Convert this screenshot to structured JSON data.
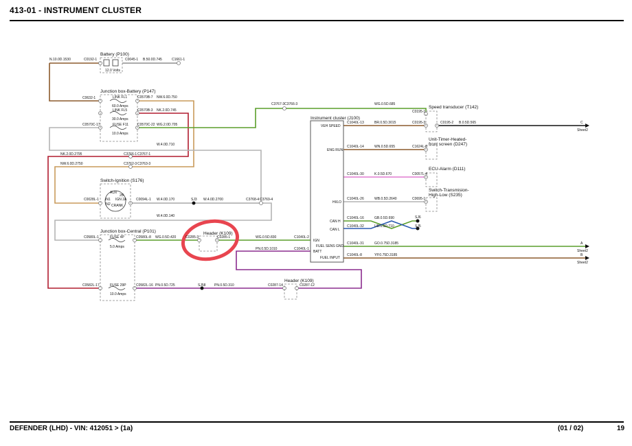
{
  "title": "413-01 - INSTRUMENT CLUSTER",
  "footer": {
    "vehicle": "DEFENDER  (LHD) - VIN: 412051 >  (1a)",
    "sheet": "(01 / 02)",
    "page": "19"
  },
  "colors": {
    "brown": "#8b5a2b",
    "tan": "#c89a5a",
    "green": "#5a9e2a",
    "gray": "#b4b4b4",
    "red": "#b01b2e",
    "purple": "#8a2b8e",
    "pink": "#e07ad0",
    "black": "#111111",
    "blue": "#2a5ab0",
    "orange": "#c8781c",
    "annotation": "#e8454f"
  },
  "components": {
    "battery": {
      "name": "Battery (P100)",
      "spec": "12.0 Volts"
    },
    "jb_battery": {
      "name": "Junction box-Battery (P147)",
      "link1": "LINK FL1",
      "link1_spec": "60.0 Amps",
      "link2": "LINK FL5",
      "link2_spec": "30.0 Amps",
      "fuse": "FUSE F11",
      "fuse_spec": "10.0 Amps"
    },
    "ignition": {
      "name": "Switch-Ignition (S176)",
      "aux": "AUX",
      "pos2b": "2B",
      "in1": "IN1",
      "ign2a": "IGN 2A",
      "in2": "IN2",
      "crank": "CRANK"
    },
    "jb_central": {
      "name": "Junction box-Central (P101)",
      "fuse1": "FUSE 4P",
      "fuse1_spec": "5.0 Amps",
      "fuse2": "FUSE 29P",
      "fuse2_spec": "10.0 Amps"
    },
    "header1": {
      "name": "Header (K109)"
    },
    "header2": {
      "name": "Header (K109)"
    },
    "cluster": {
      "name": "Instrument cluster (J100)",
      "pins": [
        "VEH SPEED",
        "ENG RUN",
        "HI/LO",
        "CAN H",
        "CAN L",
        "IGN",
        "FUEL SENS GND",
        "BATT",
        "FUEL INPUT"
      ]
    },
    "speed": {
      "name": "Speed transducer (T142)"
    },
    "timer": {
      "name1": "Unit-Timer-Heated-",
      "name2": "front screen (D247)"
    },
    "ecu": {
      "name": "ECU-Alarm (D111)"
    },
    "trans": {
      "name1": "Switch-Transmision-",
      "name2": "High-Low (S235)"
    }
  },
  "labels": {
    "n10": "N.10.0D.1530",
    "c0192": "C0192-1",
    "c0045": "C0045-1",
    "b50": "B.50.0D.745",
    "c1661": "C1661-1",
    "c0632": "C0632-1",
    "c0570b7": "C0570B-7",
    "nw60": "NW.6.0D.750",
    "c0570b3": "C0570B-3",
    "nk20_745": "NK.2.0D.745",
    "c0570c17": "C0570C-17",
    "c0570c22": "C0570C-22",
    "wg20_705": "WG.2.0D.705",
    "w40_710": "W.4.0D.710",
    "c3767_3": "C3767-3",
    "c3766_3": "C3766-3",
    "wg05_685": "WG.0.5D.685",
    "c0195_1": "C0195-1",
    "c1040_13": "C1040L-13",
    "br05": "BR.0.5D.3015",
    "c0195_3": "C0195-3",
    "c0195_2": "C0195-2",
    "b05_565": "B.0.5D.565",
    "c": "C",
    "sheet2": "Sheet2",
    "nk20_2795": "NK.2.0D.2795",
    "c3766_1": "C3766-1",
    "c3767_1": "C3767-1",
    "nw60_2750": "NW.6.0D.2750",
    "c3762_3": "C3762-3",
    "c3763_3": "C3763-3",
    "c1040_14": "C1040L-14",
    "wn05": "WN.0.5D.655",
    "c1624_6": "C1624L-6",
    "c1040_30": "C1040L-30",
    "k05": "K.0.5D.670",
    "c0057_4": "C0057L-4",
    "c0028_1": "C0028L-1",
    "c0094_1": "C0094L-1",
    "w40_170": "W.4.0D.170",
    "sj3": "SJ3",
    "w40_2700": "W.4.0D.2700",
    "c3768_4": "C3768-4",
    "c3769_4": "C3769-4",
    "c1040_26": "C1040L-26",
    "wb05": "WB.0.5D.2640",
    "c0695_1": "C0695-1",
    "w40_140": "W.4.0D.140",
    "c1040_16": "C1040L-16",
    "gb05": "GB.0.5D.690",
    "sj6": "SJ6",
    "c1040_32": "C1040L-32",
    "ub05": "UB.0.5D.710",
    "sj5": "SJ5",
    "c0580_1": "C0580L-1",
    "c0580_8": "C0580L-8",
    "wg05_420": "WG.0.5D.420",
    "c0285_3": "C0285-3",
    "c0285_1": "C0285-1",
    "wg05_830": "WG.0.5D.830",
    "c1040_2": "C1040L-2",
    "pn05_1010": "PN.0.5D.1010",
    "c1040_1": "C1040L-1",
    "c1040_31": "C1040L-31",
    "go075": "GO.0.75D.3185",
    "a": "A",
    "c1040_8": "C1040L-8",
    "yp075": "YP.0.75D.3185",
    "b": "B",
    "c0582_17": "C0582L-17",
    "c0582_16": "C0582L-16",
    "pn05_725": "PN.0.5D.725",
    "sj58": "SJ58",
    "pn05_310": "PN.0.5D.310",
    "c0287_14": "C0287-14",
    "c0287_12": "C0287-12"
  }
}
